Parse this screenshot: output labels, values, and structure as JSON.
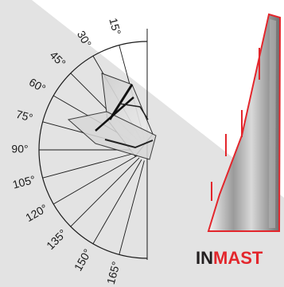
{
  "brand": {
    "prefix": "IN",
    "suffix": "MAST"
  },
  "angle_labels": [
    "15°",
    "30°",
    "45°",
    "60°",
    "75°",
    "90°",
    "105°",
    "120°",
    "135°",
    "150°",
    "165°"
  ],
  "colors": {
    "background_grey": "#e3e3e3",
    "brand_red": "#e3262c",
    "brand_dark": "#231f20",
    "line": "#1a1a1a"
  }
}
